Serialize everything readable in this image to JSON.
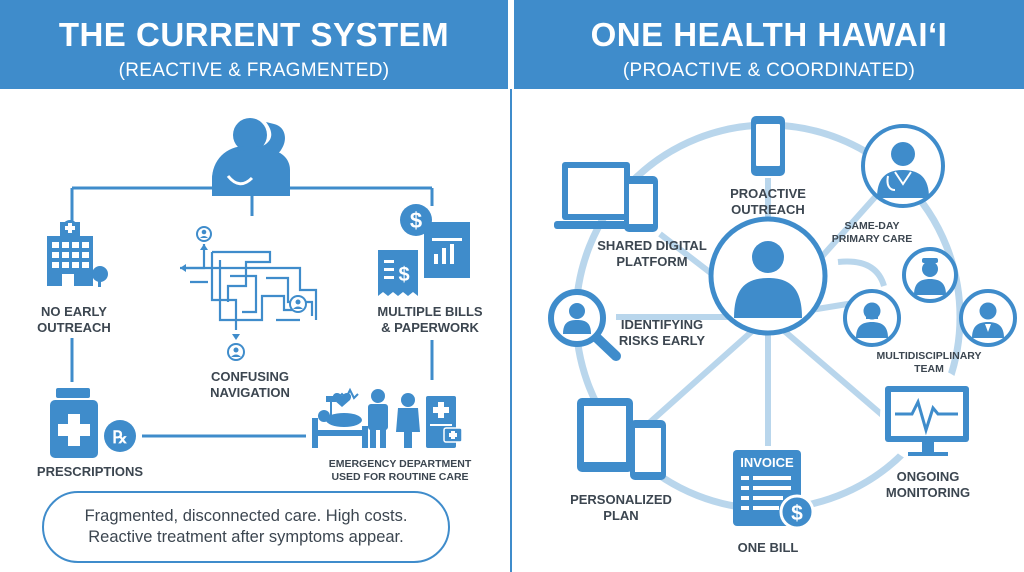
{
  "left": {
    "title": "THE CURRENT SYSTEM",
    "subtitle": "(REACTIVE & FRAGMENTED)",
    "labels": {
      "no_early_outreach": [
        "NO EARLY",
        "OUTREACH"
      ],
      "confusing_navigation": [
        "CONFUSING",
        "NAVIGATION"
      ],
      "multiple_bills": [
        "MULTIPLE BILLS",
        "& PAPERWORK"
      ],
      "prescriptions": "PRESCRIPTIONS",
      "emergency": [
        "EMERGENCY DEPARTMENT",
        "USED FOR ROUTINE CARE"
      ]
    },
    "summary": [
      "Fragmented, disconnected care. High costs.",
      "Reactive treatment after symptoms appear."
    ]
  },
  "right": {
    "title": "ONE HEALTH HAWAIʻI",
    "subtitle": "(PROACTIVE & COORDINATED)",
    "labels": {
      "proactive_outreach": [
        "PROACTIVE",
        "OUTREACH"
      ],
      "shared_platform": [
        "SHARED DIGITAL",
        "PLATFORM"
      ],
      "same_day": [
        "SAME-DAY",
        "PRIMARY CARE"
      ],
      "identifying_risks": [
        "IDENTIFYING",
        "RISKS EARLY"
      ],
      "multidisciplinary": [
        "MULTIDISCIPLINARY",
        "TEAM"
      ],
      "personalized_plan": [
        "PERSONALIZED",
        "PLAN"
      ],
      "ongoing_monitoring": [
        "ONGOING",
        "MONITORING"
      ],
      "one_bill": "ONE BILL",
      "invoice": "INVOICE"
    }
  },
  "colors": {
    "primary": "#3f8ccb",
    "light": "#b9d6ec",
    "text": "#3c4650"
  }
}
